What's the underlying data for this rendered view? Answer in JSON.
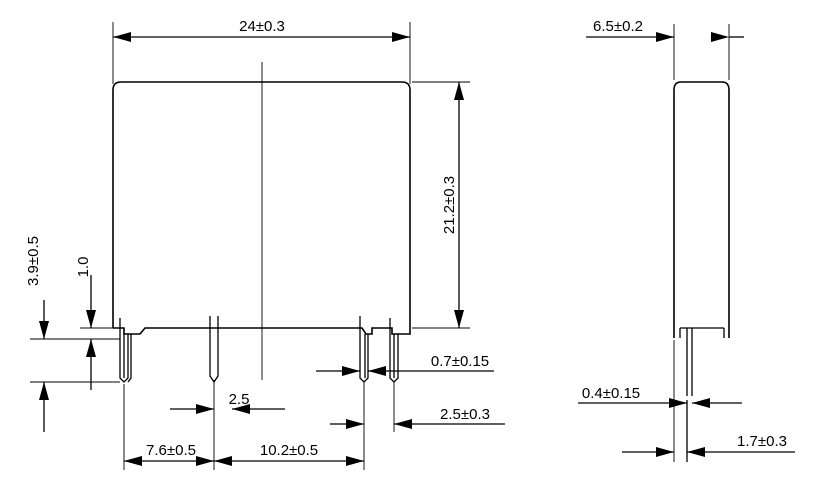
{
  "colors": {
    "line": "#000000",
    "background": "#ffffff"
  },
  "dimensions": {
    "width": "24±0.3",
    "height": "21.2±0.3",
    "depth": "6.5±0.2",
    "pin_length": "3.9±0.5",
    "standoff": "1.0",
    "pin_width": "0.7±0.15",
    "pin_gap": "2.5",
    "pin_pitch_right": "2.5±0.3",
    "pin_offset_left": "7.6±0.5",
    "pin_spacing": "10.2±0.5",
    "pin_thickness": "0.4±0.15",
    "pin_row_offset": "1.7±0.3"
  }
}
